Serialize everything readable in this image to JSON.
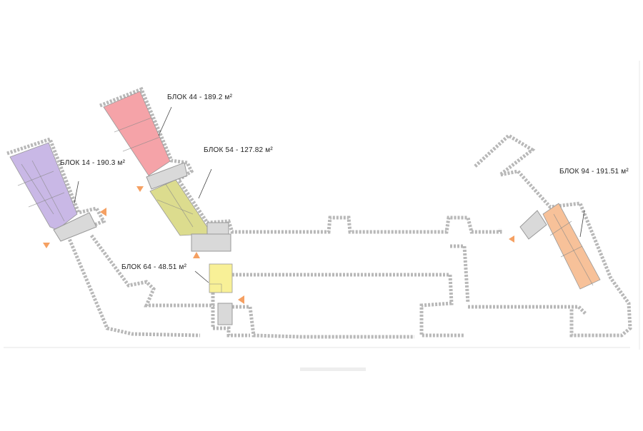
{
  "blocks": [
    {
      "label": "БЛОК 44 - 189.2 м²",
      "color": "#f5a3a8"
    },
    {
      "label": "БЛОК 54 - 127.82 м²",
      "color": "#dcdc8e"
    },
    {
      "label": "БЛОК 14 - 190.3 м²",
      "color": "#c9b8e6"
    },
    {
      "label": "БЛОК 64 - 48.51 м²",
      "color": "#f8f097"
    },
    {
      "label": "БЛОК 94 - 191.51 м²",
      "color": "#f7c199"
    }
  ],
  "entrance_color": "#f5a062"
}
